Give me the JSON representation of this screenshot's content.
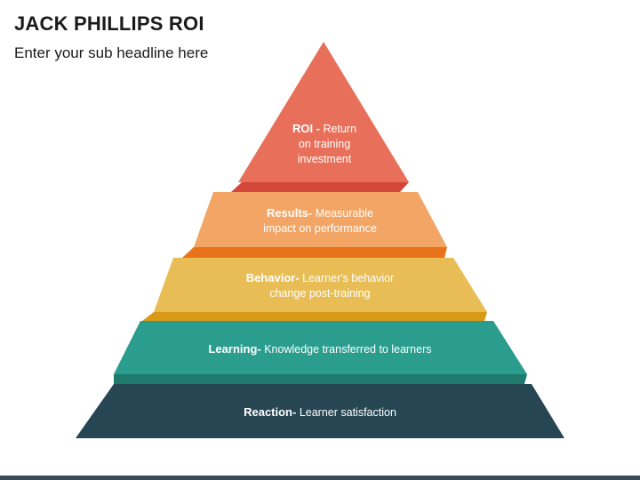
{
  "header": {
    "title": "JACK PHILLIPS ROI",
    "subtitle": "Enter your sub headline here"
  },
  "levels": [
    {
      "name": "ROI -",
      "line1": "Return",
      "line2": "on training",
      "line3": "investment",
      "color": "#e8705a",
      "shadow": "#d2473a"
    },
    {
      "name": "Results-",
      "line1": "Measurable",
      "line2": "impact on performance",
      "color": "#f2a565",
      "shadow": "#e8731b"
    },
    {
      "name": "Behavior-",
      "line1": "Learner's behavior",
      "line2": "change post-training",
      "color": "#e8bd55",
      "shadow": "#d99a15"
    },
    {
      "name": "Learning-",
      "line1": "Knowledge transferred to learners",
      "color": "#2a9d8f",
      "shadow": "#1f7a6e"
    },
    {
      "name": "Reaction-",
      "line1": "Learner satisfaction",
      "color": "#264653",
      "shadow": "#1b333d"
    }
  ]
}
